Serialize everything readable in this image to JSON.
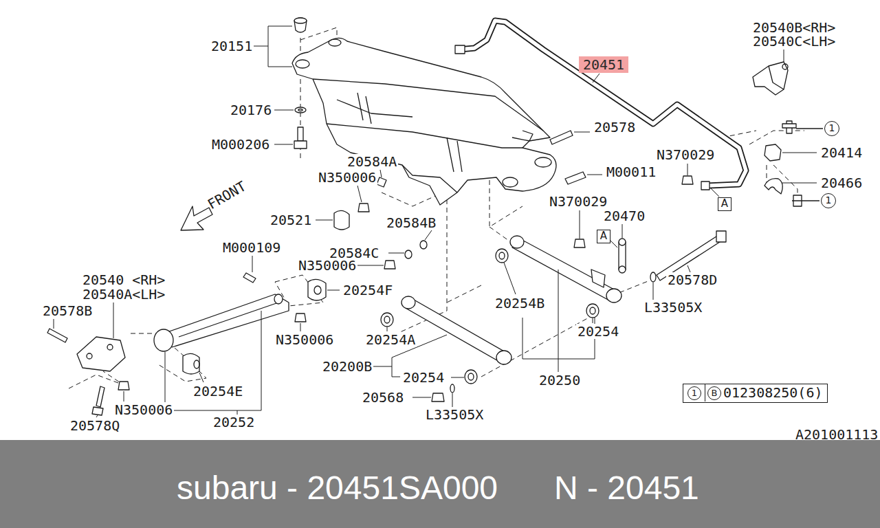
{
  "diagram": {
    "nodes": [
      {
        "text": [
          "20451"
        ]
      },
      {
        "text": [
          "1"
        ]
      },
      {
        "text": [
          "1"
        ]
      },
      {
        "text": [
          "A"
        ]
      },
      {
        "text": [
          "A"
        ]
      },
      {
        "text": [
          "012308250(6)"
        ]
      },
      {
        "text": [
          "1"
        ],
        "in": 5
      },
      {
        "text": [
          "B"
        ],
        "in": 5
      },
      {
        "text": [
          "subaru - 20451SA000",
          "N - 20451"
        ]
      }
    ],
    "labels": [
      "20151",
      "20176",
      "M000206",
      "20584A",
      "N350006",
      "20521",
      "20584B",
      "20584C",
      "N350006",
      "M000109",
      "20540 <RH>",
      "20540A<LH>",
      "20578B",
      "20254F",
      "N350006",
      "N350006",
      "20578Q",
      "20254E",
      "20252",
      "20578",
      "M00011",
      "N370029",
      "20540B<RH>",
      "20540C<LH>",
      "20414",
      "20466",
      "N370029",
      "20470",
      "20578D",
      "L33505X",
      "20254B",
      "20254A",
      "20254",
      "20200B",
      "20254",
      "20568",
      "L33505X",
      "20250",
      "FRONT",
      "A201001113"
    ]
  }
}
